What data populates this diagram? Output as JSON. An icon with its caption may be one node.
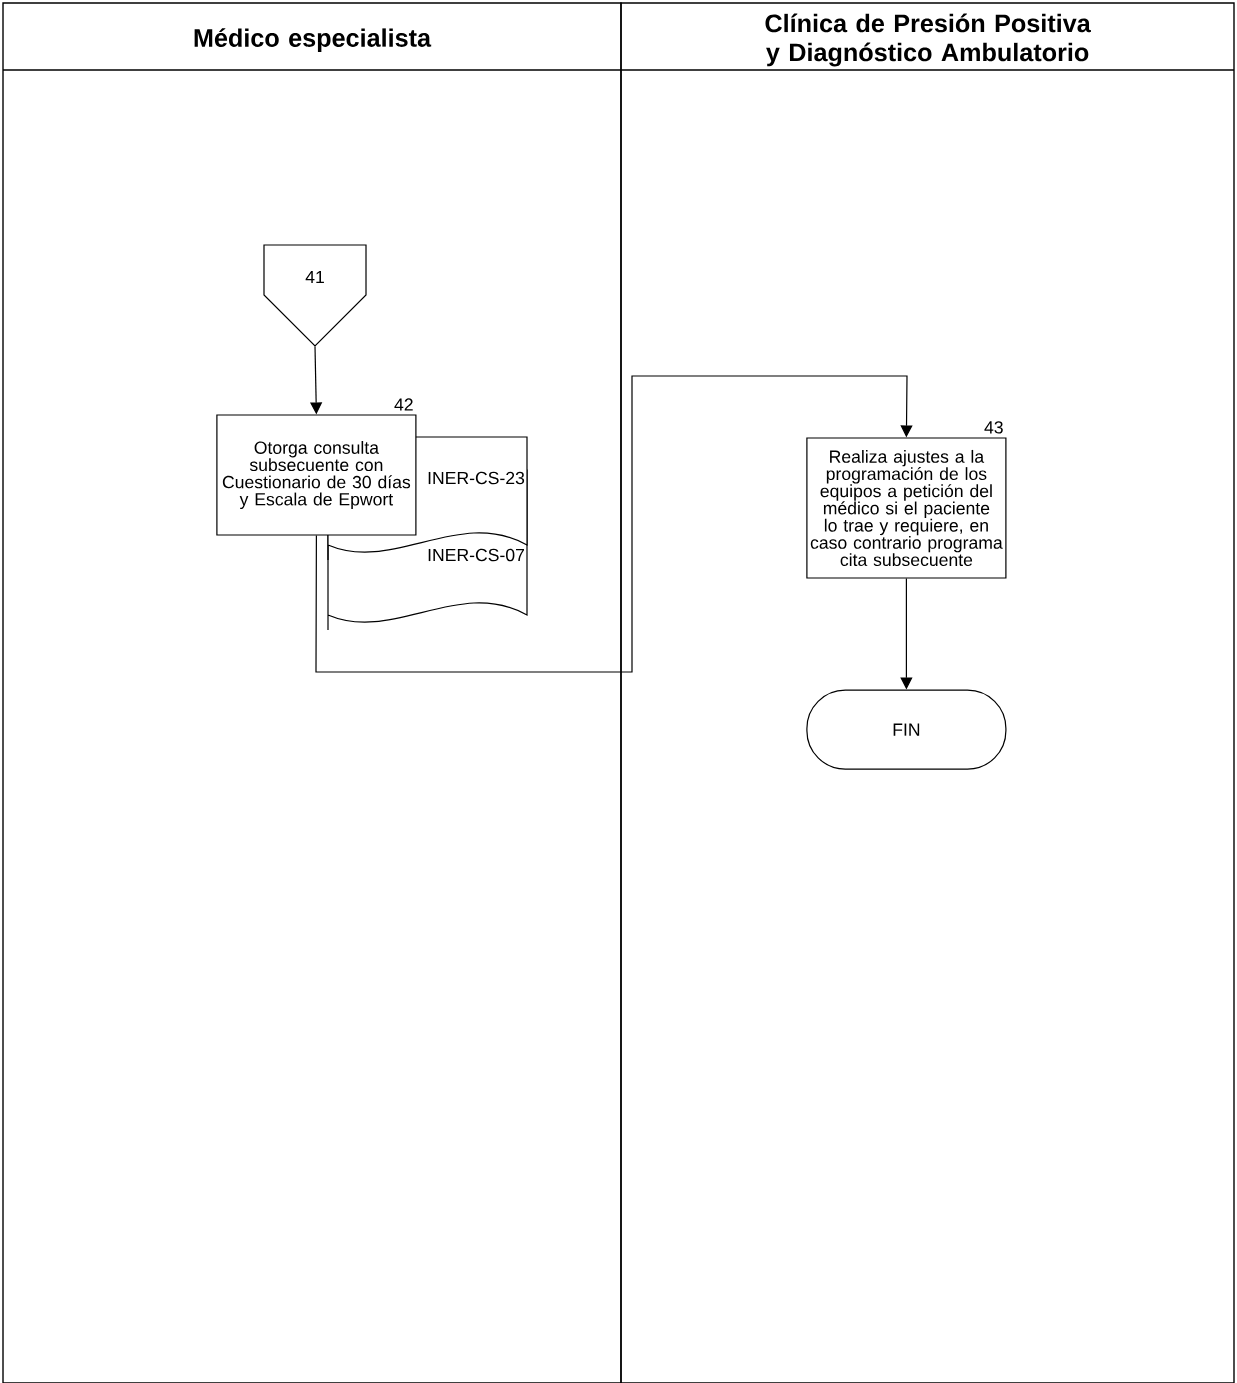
{
  "diagram": {
    "nodes": [
      {
        "text": [
          "Médico especialista"
        ]
      },
      {
        "text": [
          "Clínica de Presión Positiva y Diagnóstico Ambulatorio"
        ]
      },
      {
        "text": [
          "41"
        ],
        "in": 0
      },
      {
        "text": [
          "Otorga consulta subsecuente con Cuestionario de 30 días y Escala de Epwort"
        ],
        "beside": [
          "42"
        ],
        "in": 0
      },
      {
        "text": [
          "INER-CS-23"
        ],
        "in": 0
      },
      {
        "text": [
          "INER-CS-07"
        ],
        "in": 0
      },
      {
        "text": [
          "Realiza ajustes a la programación de los equipos a petición del médico si el paciente lo trae y requiere, en caso contrario programa cita subsecuente"
        ],
        "beside": [
          "43"
        ],
        "in": 1
      },
      {
        "text": [
          "FIN"
        ],
        "in": 1
      }
    ],
    "edges": [
      {
        "from": 2,
        "to": 3,
        "arrow": "to"
      },
      {
        "from": 3,
        "to": 6,
        "arrow": "to"
      },
      {
        "from": 6,
        "to": 7,
        "arrow": "to"
      }
    ]
  }
}
